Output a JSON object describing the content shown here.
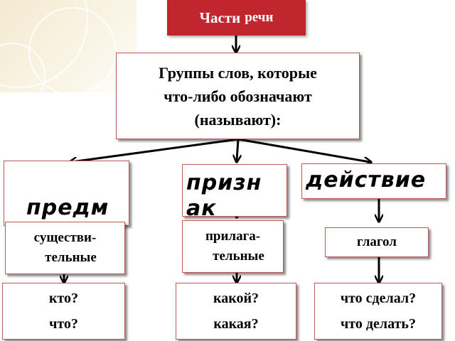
{
  "title": {
    "main": "Части",
    "second": "речи"
  },
  "groups": {
    "line1": "Группы слов, которые",
    "line2": "что-либо обозначают",
    "line3": "(называют):"
  },
  "categories": [
    {
      "label": "предм"
    },
    {
      "label_line1": "призн",
      "label_line2": "ак"
    },
    {
      "label": "действие"
    }
  ],
  "parts_of_speech": [
    {
      "line1": "существи-",
      "line2": "тельные"
    },
    {
      "line1": "прилага-",
      "line2": "тельные"
    },
    {
      "line1": "глагол"
    }
  ],
  "questions": [
    {
      "line1": "кто?",
      "line2": "что?"
    },
    {
      "line1": "какой?",
      "line2": "какая?"
    },
    {
      "line1": "что сделал?",
      "line2": "что делать?"
    }
  ],
  "colors": {
    "title_bg": "#c0262b",
    "box_border": "#b85a55",
    "decor_bg": "#f3ead0"
  }
}
